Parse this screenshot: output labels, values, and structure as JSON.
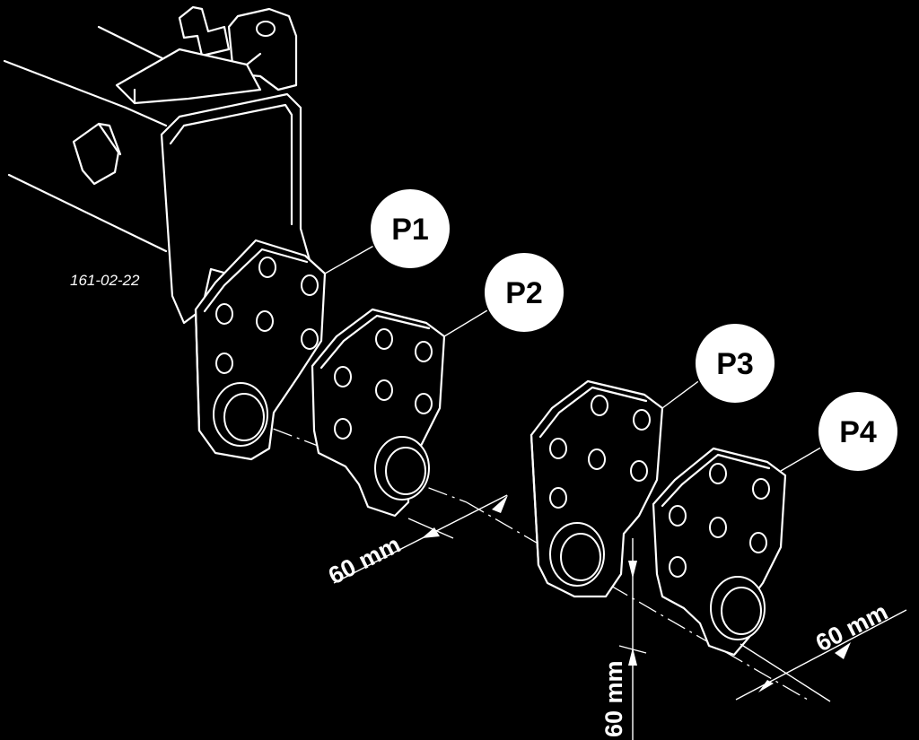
{
  "figure_ref": "161-02-22",
  "callouts": {
    "p1": "P1",
    "p2": "P2",
    "p3": "P3",
    "p4": "P4"
  },
  "dimensions": {
    "p2_to_p3": "60 mm",
    "vertical_offset": "60 mm",
    "p4_offset": "60 mm"
  },
  "colors": {
    "background": "#000000",
    "line": "#ffffff",
    "callout_fill": "#ffffff",
    "callout_text": "#000000"
  }
}
